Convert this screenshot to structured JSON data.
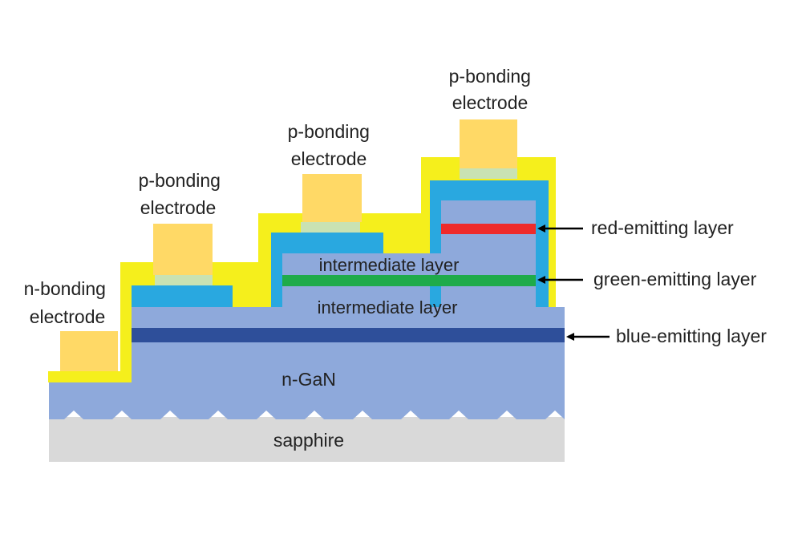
{
  "labels": {
    "n_bonding_electrode": [
      "n-bonding",
      "electrode"
    ],
    "p_bonding_electrode_1": [
      "p-bonding",
      "electrode"
    ],
    "p_bonding_electrode_2": [
      "p-bonding",
      "electrode"
    ],
    "p_bonding_electrode_3": [
      "p-bonding",
      "electrode"
    ],
    "n_gan": "n-GaN",
    "sapphire": "sapphire",
    "intermediate_layer_lower": "intermediate layer",
    "intermediate_layer_upper": "intermediate layer",
    "red_emitting_layer": "red-emitting layer",
    "green_emitting_layer": "green-emitting layer",
    "blue_emitting_layer": "blue-emitting layer"
  },
  "colors": {
    "sapphire": "#d9d9d9",
    "gan": "#8ea9db",
    "yellow": "#f5ef1c",
    "cyan": "#29a8e0",
    "electrode": "#ffd966",
    "contact": "#c9e2b3",
    "red": "#ee2b2b",
    "green": "#1fab4a",
    "blue": "#2e4f9a",
    "arrow": "#000000"
  }
}
